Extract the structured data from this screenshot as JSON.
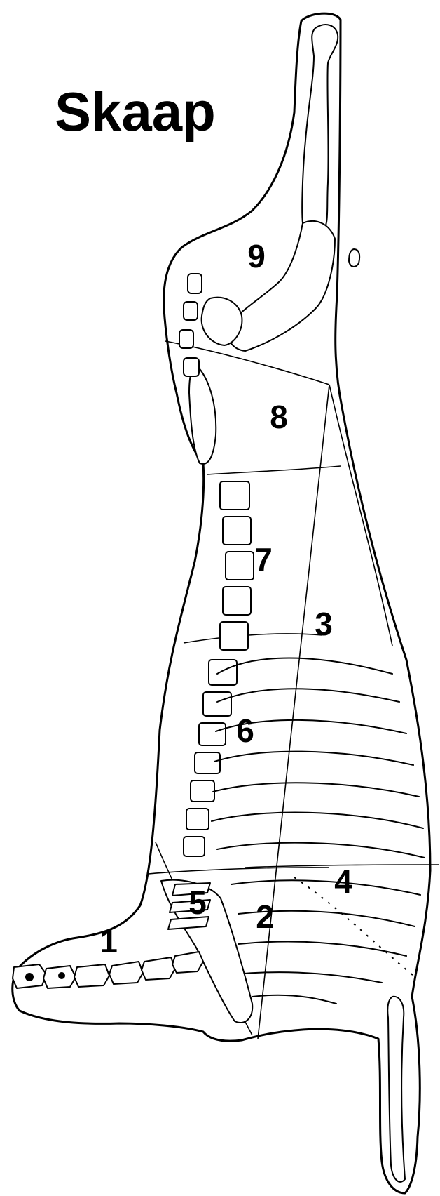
{
  "title": "Skaap",
  "cuts": [
    "1",
    "2",
    "3",
    "4",
    "5",
    "6",
    "7",
    "8",
    "9"
  ],
  "colors": {
    "line": "#000000",
    "background": "#ffffff"
  }
}
